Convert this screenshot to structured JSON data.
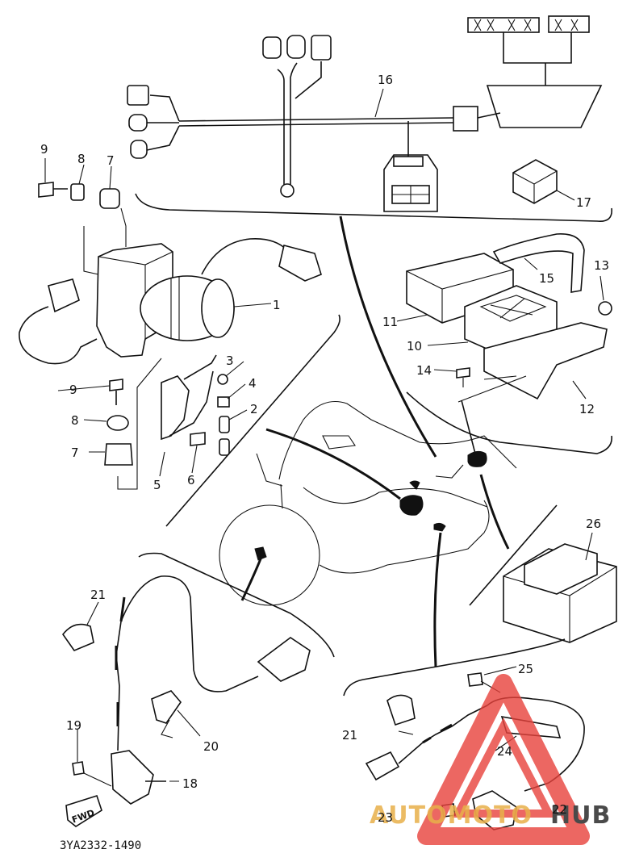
{
  "diagram": {
    "drawing_code": "3YA2332-1490",
    "callouts": [
      {
        "id": "c1",
        "label": "1"
      },
      {
        "id": "c2",
        "label": "2"
      },
      {
        "id": "c3",
        "label": "3"
      },
      {
        "id": "c4",
        "label": "4"
      },
      {
        "id": "c5",
        "label": "5"
      },
      {
        "id": "c6",
        "label": "6"
      },
      {
        "id": "c7a",
        "label": "7"
      },
      {
        "id": "c7b",
        "label": "7"
      },
      {
        "id": "c8a",
        "label": "8"
      },
      {
        "id": "c8b",
        "label": "8"
      },
      {
        "id": "c9a",
        "label": "9"
      },
      {
        "id": "c9b",
        "label": "9"
      },
      {
        "id": "c10",
        "label": "10"
      },
      {
        "id": "c11",
        "label": "11"
      },
      {
        "id": "c12",
        "label": "12"
      },
      {
        "id": "c13",
        "label": "13"
      },
      {
        "id": "c14",
        "label": "14"
      },
      {
        "id": "c15",
        "label": "15"
      },
      {
        "id": "c16",
        "label": "16"
      },
      {
        "id": "c17",
        "label": "17"
      },
      {
        "id": "c18",
        "label": "18"
      },
      {
        "id": "c19",
        "label": "19"
      },
      {
        "id": "c20",
        "label": "20"
      },
      {
        "id": "c21a",
        "label": "21"
      },
      {
        "id": "c21b",
        "label": "21"
      },
      {
        "id": "c22",
        "label": "22"
      },
      {
        "id": "c23",
        "label": "23"
      },
      {
        "id": "c24",
        "label": "24"
      },
      {
        "id": "c25",
        "label": "25"
      },
      {
        "id": "c26",
        "label": "26"
      }
    ],
    "fwd_label": "FWD"
  },
  "watermark": {
    "left_text": "AUTOMOTO",
    "right_text": "HUB",
    "colors": {
      "accent": "#e8423c",
      "gold": "#e8b04a",
      "dark": "#4a4a4a"
    }
  }
}
